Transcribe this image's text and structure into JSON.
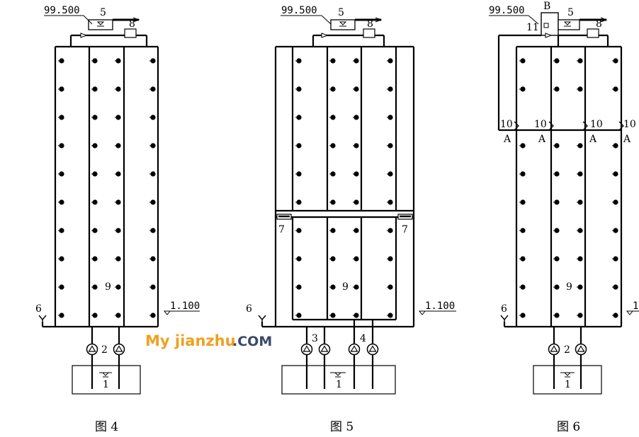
{
  "figures": [
    {
      "caption": "图 4",
      "elevation_top": "99.500",
      "elevation_low": "1.100",
      "labels": {
        "tank": "5",
        "valve": "8",
        "outlet": "6",
        "pump": "2",
        "zone": "9",
        "pool": "1"
      }
    },
    {
      "caption": "图 5",
      "elevation_top": "99.500",
      "elevation_low": "1.100",
      "labels": {
        "tank": "5",
        "valve": "8",
        "outlet": "6",
        "pump_a": "3",
        "pump_b": "4",
        "zone": "9",
        "pool": "1",
        "reducer_left": "7",
        "reducer_right": "7"
      }
    },
    {
      "caption": "图 6",
      "elevation_top": "99.500",
      "elevation_low": "1",
      "labels": {
        "tank": "5",
        "valve": "8",
        "outlet": "6",
        "pump": "2",
        "zone": "9",
        "pool": "1",
        "box": "B",
        "box_valve": "11",
        "check_valve": [
          "10",
          "10",
          "10",
          "10"
        ],
        "junction": [
          "A",
          "A",
          "A",
          "A"
        ]
      }
    }
  ],
  "watermark": {
    "brand": "My jianzhu",
    "suffix": ".COM",
    "brand_color": "#f0a020",
    "suffix_color": "#3a4a6a"
  }
}
